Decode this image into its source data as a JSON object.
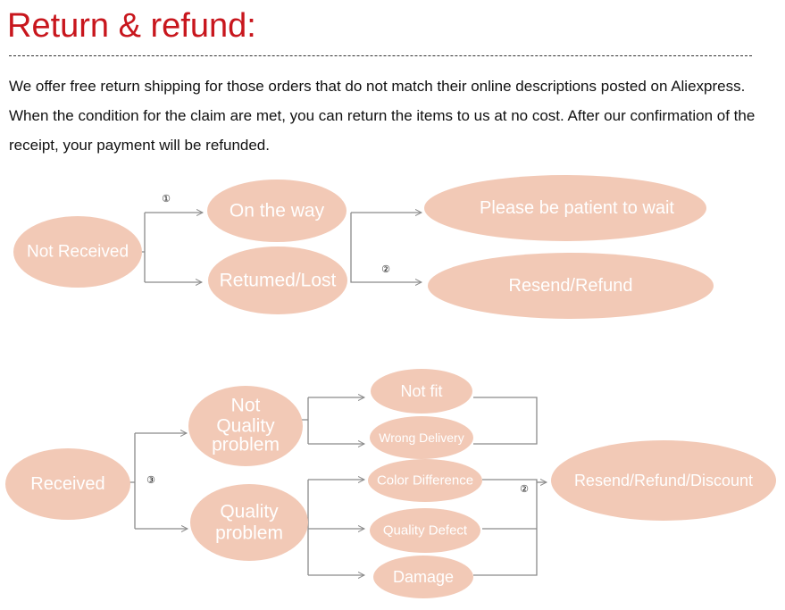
{
  "title": "Return & refund:",
  "intro": "We offer free return shipping for  those orders that do not  match their online descriptions  posted on Aliexpress. When the condition for the claim are met, you can return the items to us at no cost. After our confirmation of the receipt, your payment will be refunded.",
  "colors": {
    "title": "#c8161d",
    "bubble": "#f2c9b6",
    "connector": "#8a8a8a",
    "bubble_text": "#ffffff"
  },
  "flow_not_received": {
    "root": "Not Received",
    "branch_marker": "①",
    "status_on_the_way": "On the way",
    "status_returned_lost": "Retumed/Lost",
    "result_wait": "Please be patient to wait",
    "result_marker": "②",
    "result_resend_refund": "Resend/Refund"
  },
  "flow_received": {
    "root": "Received",
    "branch_marker": "③",
    "not_quality_problem": [
      "Not",
      "Quality",
      "problem"
    ],
    "quality_problem": [
      "Quality",
      "problem"
    ],
    "reasons": [
      "Not fit",
      "Wrong Delivery",
      "Color Difference",
      "Quality Defect",
      "Damage"
    ],
    "result_marker": "②",
    "result": "Resend/Refund/Discount"
  }
}
